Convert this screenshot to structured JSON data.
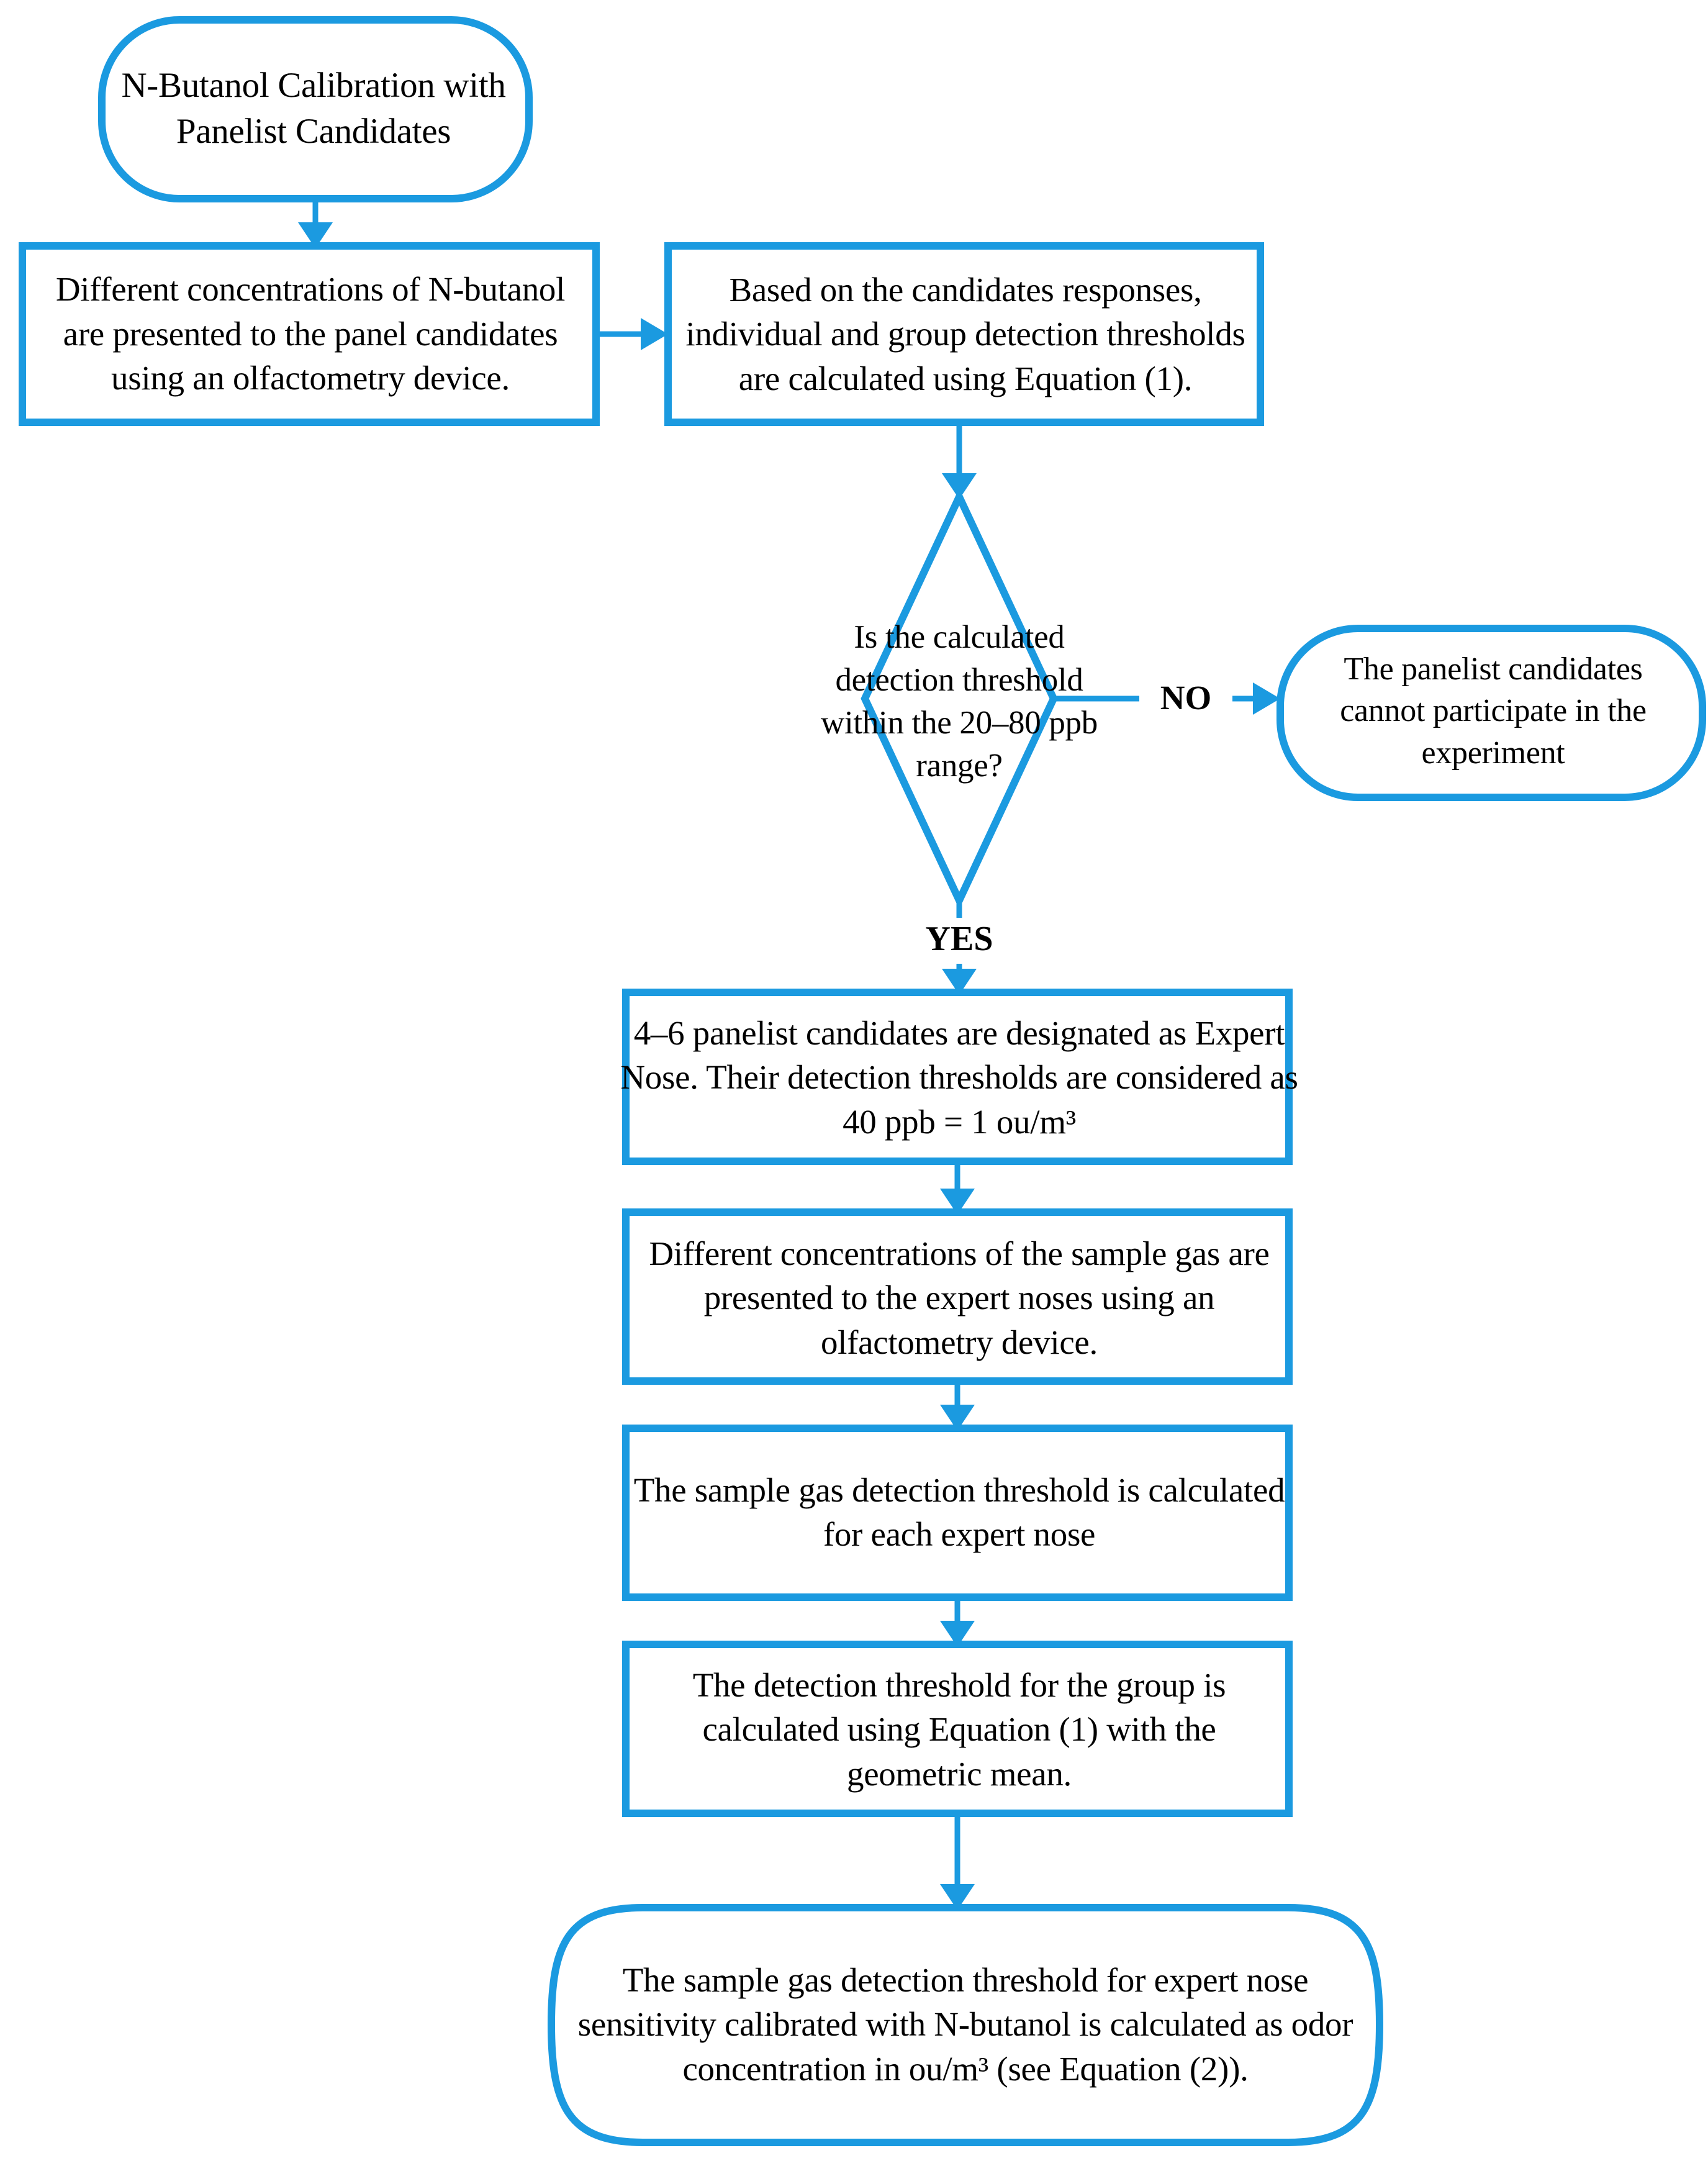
{
  "diagram": {
    "title": "N-Butanol Calibration Flowchart",
    "accent_color": "#1b9ae0",
    "text_color": "#000000",
    "background_color": "#ffffff"
  },
  "nodes": {
    "start": {
      "shape": "rounded-terminator",
      "text": "N-Butanol Calibration with Panelist Candidates"
    },
    "process_1": {
      "shape": "rectangle",
      "text": "Different concentrations of N-butanol are presented to the panel candidates using an olfactometry device."
    },
    "process_2": {
      "shape": "rectangle",
      "text": "Based on the candidates responses, individual and group detection thresholds are calculated using Equation (1)."
    },
    "decision": {
      "shape": "diamond",
      "text": "Is the calculated detection threshold within the 20–80 ppb range?"
    },
    "reject": {
      "shape": "rounded-terminator",
      "text": "The panelist candidates cannot participate in the experiment"
    },
    "process_3": {
      "shape": "rectangle",
      "text": "4–6 panelist candidates are designated as Expert Nose. Their detection thresholds are considered as 40 ppb = 1 ou/m³"
    },
    "process_4": {
      "shape": "rectangle",
      "text": "Different concentrations of the sample gas are presented to the expert noses using an olfactometry device."
    },
    "process_5": {
      "shape": "rectangle",
      "text": "The sample gas detection threshold is calculated for each expert nose"
    },
    "process_6": {
      "shape": "rectangle",
      "text": "The detection threshold for the group is calculated using Equation (1) with the geometric mean."
    },
    "end": {
      "shape": "rounded-terminator",
      "text": "The sample gas detection threshold for expert nose sensitivity calibrated with N-butanol is calculated as odor concentration in ou/m³ (see Equation (2))."
    }
  },
  "edges": {
    "no_label": "NO",
    "yes_label": "YES"
  }
}
